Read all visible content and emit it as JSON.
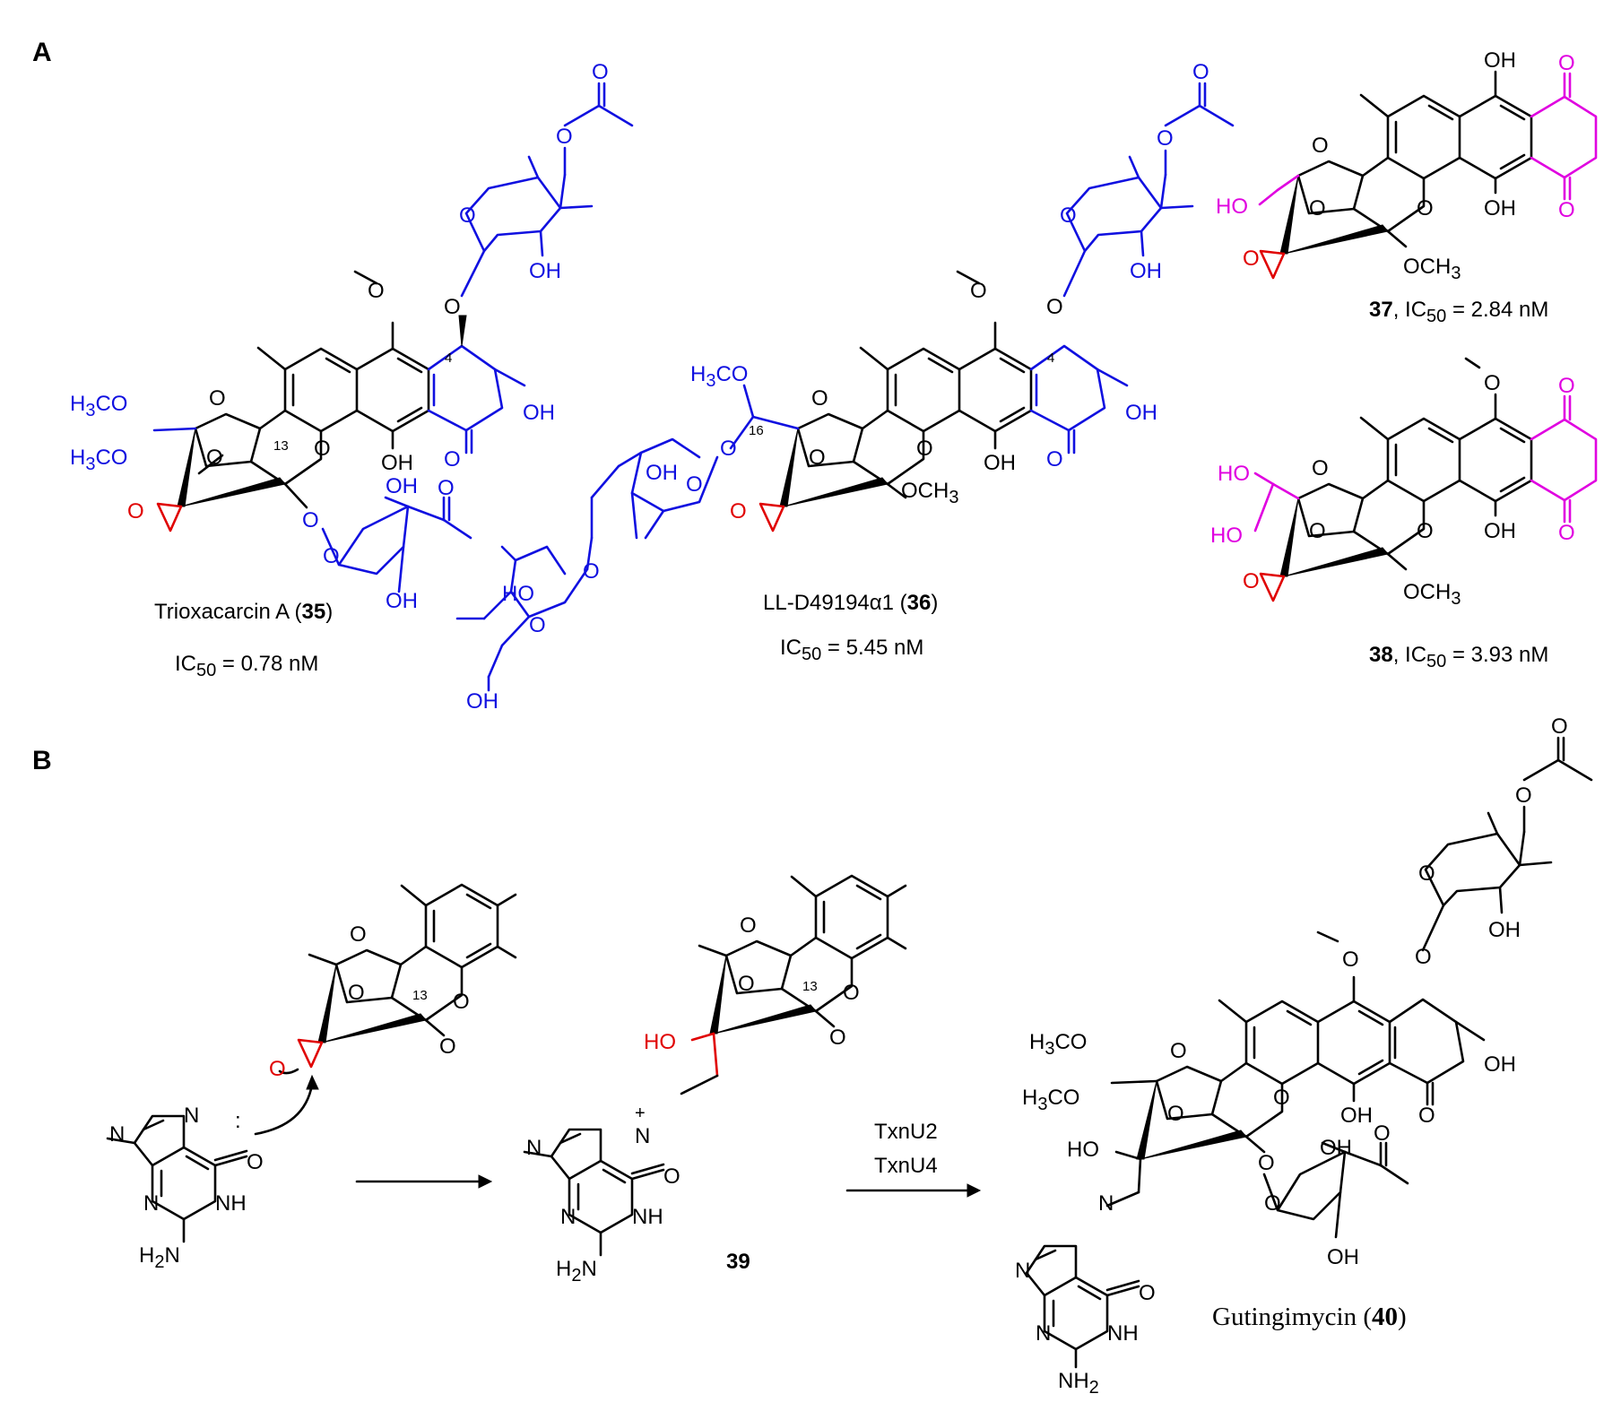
{
  "panels": {
    "a": "A",
    "b": "B"
  },
  "colors": {
    "black": "#000000",
    "blue": "#1010e0",
    "red": "#e00000",
    "magenta": "#e000e0"
  },
  "compounds": {
    "c35": {
      "name": "Trioxacarcin A (",
      "number": "35",
      "close": ")",
      "ic50_prefix": "IC",
      "ic50_sub": "50",
      "ic50_value": " =  0.78 nM"
    },
    "c36": {
      "name": "LL-D49194α1 (",
      "number": "36",
      "close": ")",
      "ic50_prefix": "IC",
      "ic50_sub": "50",
      "ic50_value": " = 5.45 nM"
    },
    "c37": {
      "number": "37",
      "ic50_prefix": ", IC",
      "ic50_sub": "50",
      "ic50_value": " = 2.84 nM"
    },
    "c38": {
      "number": "38",
      "ic50_prefix": ", IC",
      "ic50_sub": "50",
      "ic50_value": " = 3.93 nM"
    },
    "c39": {
      "number": "39"
    },
    "c40": {
      "name": "Gutingimycin (",
      "number": "40",
      "close": ")"
    }
  },
  "atoms": {
    "O": "O",
    "OH": "OH",
    "HO": "HO",
    "OCH3": "OCH",
    "three": "3",
    "H3CO_a": "H",
    "H3CO_b": "3",
    "H3CO_c": "CO",
    "NH": "NH",
    "N": "N",
    "H2N_a": "H",
    "H2N_b": "2",
    "H2N_c": "N",
    "NH2_a": "NH",
    "NH2_b": "2",
    "plus": "+",
    "lone_pair": ":"
  },
  "locants": {
    "c4": "4",
    "c13": "13",
    "c16": "16"
  },
  "enzymes": {
    "e1": "TxnU2",
    "e2": "TxnU4"
  }
}
